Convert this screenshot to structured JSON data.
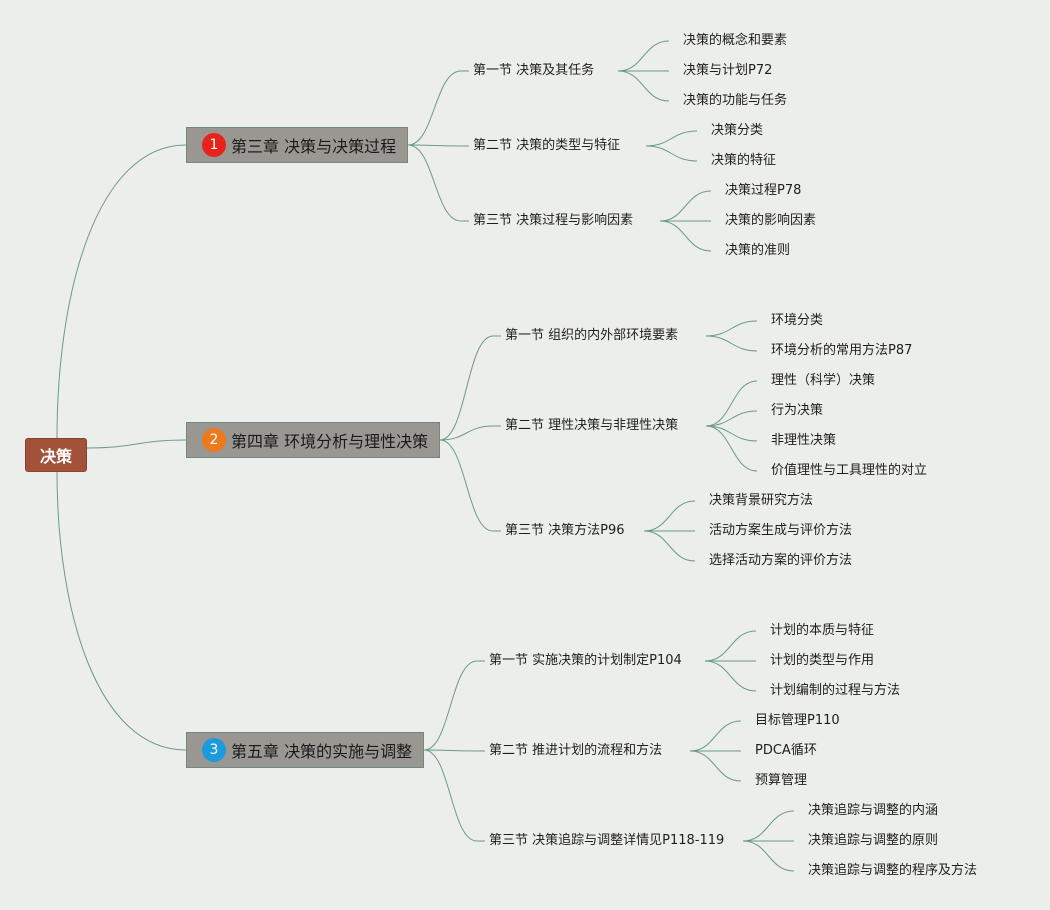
{
  "root": "决策",
  "colors": {
    "root_bg": "#a25238",
    "chapter_bg": "#9a9792",
    "link": "#6a9b88",
    "badge_1": "#e8231c",
    "badge_2": "#ee7a1f",
    "badge_3": "#1c9bdc"
  },
  "chapters": [
    {
      "badge": "1",
      "title": "第三章 决策与决策过程",
      "sections": [
        {
          "title": "第一节 决策及其任务",
          "items": [
            "决策的概念和要素",
            "决策与计划P72",
            "决策的功能与任务"
          ]
        },
        {
          "title": "第二节 决策的类型与特征",
          "items": [
            "决策分类",
            "决策的特征"
          ]
        },
        {
          "title": "第三节 决策过程与影响因素",
          "items": [
            "决策过程P78",
            "决策的影响因素",
            "决策的准则"
          ]
        }
      ]
    },
    {
      "badge": "2",
      "title": "第四章 环境分析与理性决策",
      "sections": [
        {
          "title": "第一节 组织的内外部环境要素",
          "items": [
            "环境分类",
            "环境分析的常用方法P87"
          ]
        },
        {
          "title": "第二节 理性决策与非理性决策",
          "items": [
            "理性（科学）决策",
            "行为决策",
            "非理性决策",
            "价值理性与工具理性的对立"
          ]
        },
        {
          "title": "第三节 决策方法P96",
          "items": [
            "决策背景研究方法",
            "活动方案生成与评价方法",
            "选择活动方案的评价方法"
          ]
        }
      ]
    },
    {
      "badge": "3",
      "title": "第五章 决策的实施与调整",
      "sections": [
        {
          "title": "第一节 实施决策的计划制定P104",
          "items": [
            "计划的本质与特征",
            "计划的类型与作用",
            "计划编制的过程与方法"
          ]
        },
        {
          "title": "第二节 推进计划的流程和方法",
          "items": [
            "目标管理P110",
            "PDCA循环",
            "预算管理"
          ]
        },
        {
          "title": "第三节 决策追踪与调整详情见P118-119",
          "items": [
            "决策追踪与调整的内涵",
            "决策追踪与调整的原则",
            "决策追踪与调整的程序及方法"
          ]
        }
      ]
    }
  ]
}
